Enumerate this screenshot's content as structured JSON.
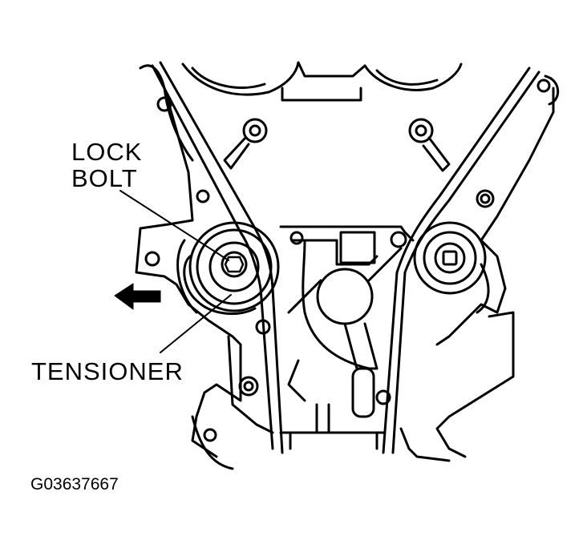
{
  "labels": {
    "lock": "LOCK",
    "bolt": "BOLT",
    "tensioner": "TENSIONER",
    "figure_code": "G03637667"
  },
  "colors": {
    "ink": "#000000",
    "background": "#ffffff"
  },
  "icons": {
    "direction_arrow": "left-arrow-icon"
  }
}
